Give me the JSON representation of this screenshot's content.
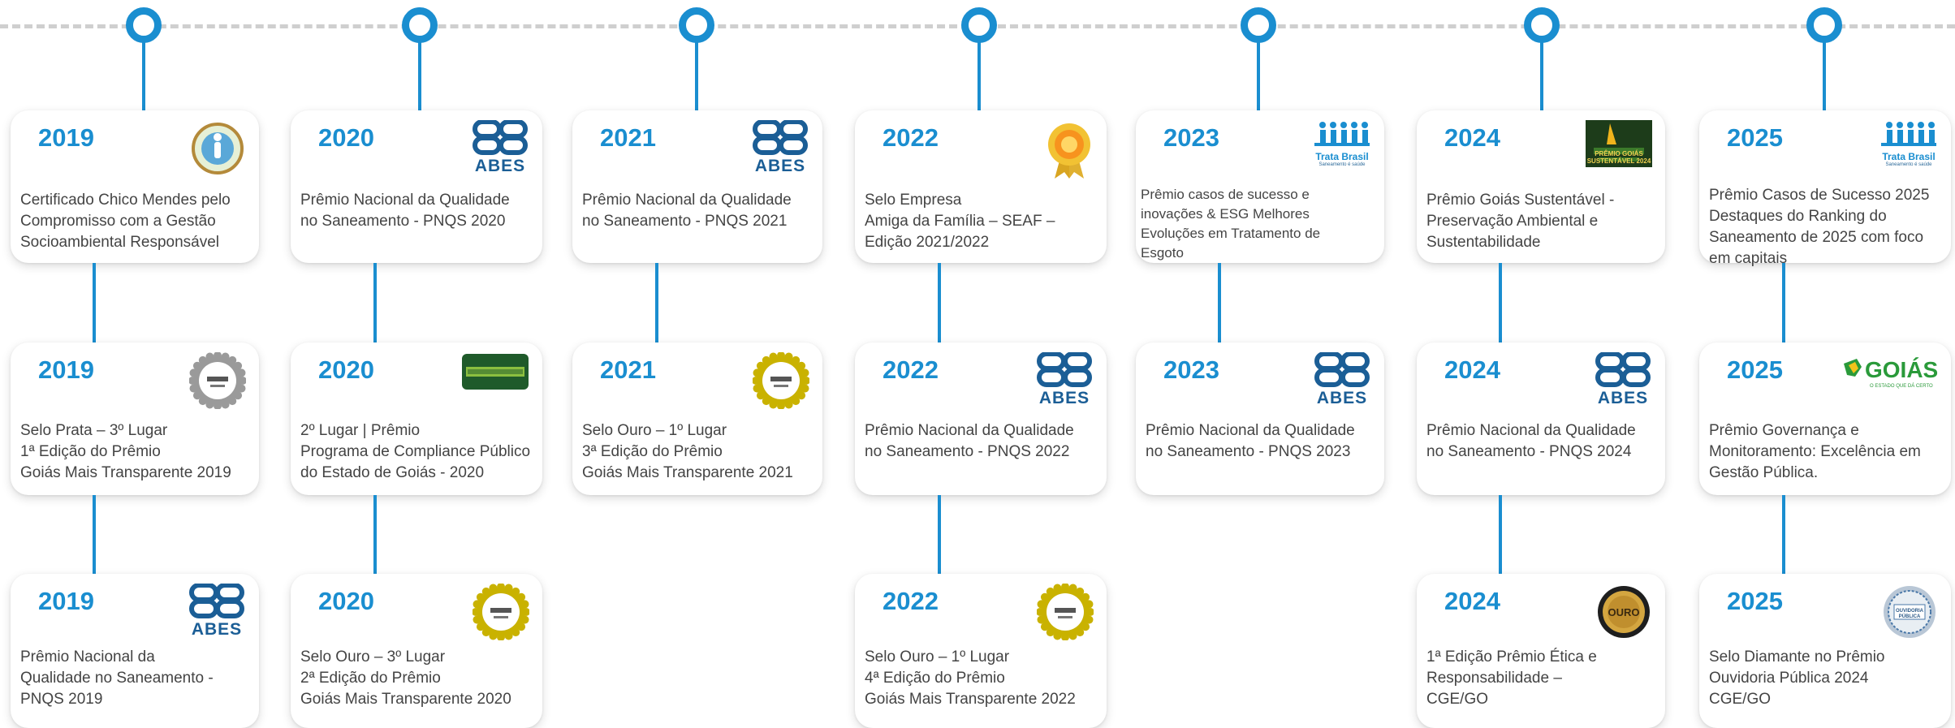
{
  "columns": [
    {
      "cards": [
        {
          "year": "2019",
          "text": "Certificado Chico Mendes pelo\nCompromisso com a Gestão\nSocioambiental Responsável",
          "logo": "chico-mendes-seal-icon"
        },
        {
          "year": "2019",
          "text": "Selo Prata – 3º Lugar\n1ª Edição do Prêmio\nGoiás Mais Transparente 2019",
          "logo": "silver-seal-icon"
        },
        {
          "year": "2019",
          "text": "Prêmio Nacional da\nQualidade no Saneamento -\nPNQS 2019",
          "logo": "abes-logo-icon",
          "logo_text": "ABES"
        }
      ]
    },
    {
      "cards": [
        {
          "year": "2020",
          "text": "Prêmio Nacional da Qualidade\nno Saneamento - PNQS 2020",
          "logo": "abes-logo-icon",
          "logo_text": "ABES"
        },
        {
          "year": "2020",
          "text": "2º Lugar | Prêmio\nPrograma de Compliance Público\ndo Estado de Goiás - 2020",
          "logo": "compliance-banner-icon"
        },
        {
          "year": "2020",
          "text": "Selo Ouro – 3º Lugar\n2ª Edição do Prêmio\nGoiás Mais Transparente 2020",
          "logo": "gold-seal-icon"
        }
      ]
    },
    {
      "cards": [
        {
          "year": "2021",
          "text": "Prêmio Nacional da Qualidade\nno Saneamento - PNQS 2021",
          "logo": "abes-logo-icon",
          "logo_text": "ABES"
        },
        {
          "year": "2021",
          "text": "Selo Ouro – 1º Lugar\n3ª Edição do Prêmio\nGoiás Mais Transparente 2021",
          "logo": "gold-seal-icon"
        }
      ]
    },
    {
      "cards": [
        {
          "year": "2022",
          "text": "Selo Empresa\nAmiga da Família – SEAF –\nEdição 2021/2022",
          "logo": "family-award-medal-icon"
        },
        {
          "year": "2022",
          "text": "Prêmio Nacional da Qualidade\nno Saneamento - PNQS 2022",
          "logo": "abes-logo-icon",
          "logo_text": "ABES"
        },
        {
          "year": "2022",
          "text": "Selo Ouro – 1º Lugar\n4ª Edição do Prêmio\nGoiás Mais Transparente 2022",
          "logo": "gold-seal-icon"
        }
      ]
    },
    {
      "cards": [
        {
          "year": "2023",
          "text": "Prêmio casos de sucesso e\ninovações & ESG Melhores\nEvoluções em Tratamento de\nEsgoto",
          "logo": "trata-brasil-logo-icon",
          "logo_text": "Trata Brasil",
          "logo_sub": "Saneamento é saúde"
        },
        {
          "year": "2023",
          "text": "Prêmio Nacional da Qualidade\nno Saneamento - PNQS 2023",
          "logo": "abes-logo-icon",
          "logo_text": "ABES"
        }
      ]
    },
    {
      "cards": [
        {
          "year": "2024",
          "text": "Prêmio Goiás Sustentável -\nPreservação Ambiental e\nSustentabilidade",
          "logo": "goias-sustentavel-badge-icon",
          "logo_text": "PRÊMIO GOIÁS\nSUSTENTÁVEL 2024"
        },
        {
          "year": "2024",
          "text": "Prêmio Nacional da Qualidade\nno Saneamento - PNQS 2024",
          "logo": "abes-logo-icon",
          "logo_text": "ABES"
        },
        {
          "year": "2024",
          "text": "1ª Edição Prêmio Ética e\nResponsabilidade –\nCGE/GO",
          "logo": "ouro-medal-icon",
          "logo_text": "OURO"
        }
      ]
    },
    {
      "cards": [
        {
          "year": "2025",
          "text": "Prêmio Casos de Sucesso 2025\nDestaques do Ranking do\nSaneamento de 2025 com foco\nem capitais",
          "logo": "trata-brasil-logo-icon",
          "logo_text": "Trata Brasil",
          "logo_sub": "Saneamento é saúde"
        },
        {
          "year": "2025",
          "text": "Prêmio Governança e\nMonitoramento: Excelência em\nGestão Pública.",
          "logo": "goias-state-logo-icon",
          "logo_text": "GOIÁS",
          "logo_sub": "O ESTADO QUE DÁ CERTO"
        },
        {
          "year": "2025",
          "text": "Selo Diamante no Prêmio\nOuvidoria Pública  2024\nCGE/GO",
          "logo": "diamond-seal-icon",
          "logo_text": "OUVIDORIA PÚBLICA"
        }
      ]
    }
  ],
  "colors": {
    "accent": "#1a8ed0",
    "abes": "#1b5e96",
    "gold": "#c9b200",
    "silver": "#9a9a9a",
    "text": "#444444",
    "timeline": "#cfcfcf"
  }
}
